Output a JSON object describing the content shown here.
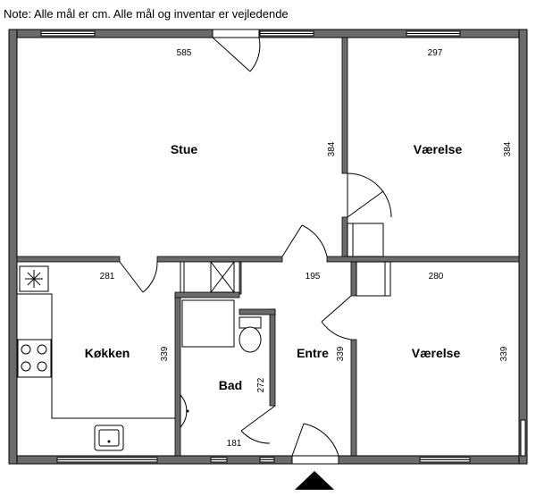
{
  "note": "Note: Alle mål er cm. Alle mål og inventar er vejledende",
  "rooms": {
    "stue": "Stue",
    "vaerelse1": "Værelse",
    "vaerelse2": "Værelse",
    "koekken": "Køkken",
    "bad": "Bad",
    "entre": "Entre"
  },
  "dimensions": {
    "stue_width": "585",
    "stue_depth": "384",
    "vaerelse1_width": "297",
    "vaerelse1_depth": "384",
    "koekken_width": "281",
    "koekken_depth": "339",
    "entre_width": "195",
    "entre_depth": "339",
    "vaerelse2_width": "280",
    "vaerelse2_depth": "339",
    "bad_width": "181",
    "bad_depth": "272"
  }
}
